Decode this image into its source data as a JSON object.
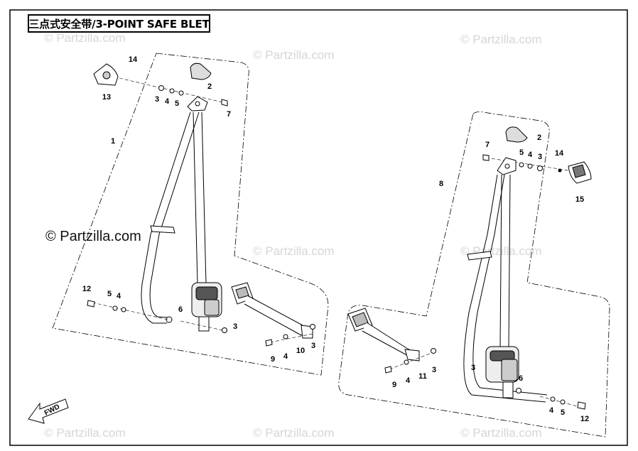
{
  "title": "三点式安全带/3-POINT SAFE BLET",
  "watermark": "© Partzilla.com",
  "fwd_label": "FWD",
  "left_assembly": {
    "callouts": {
      "p14": "14",
      "p13": "13",
      "p2": "2",
      "p3a": "3",
      "p4a": "4",
      "p5a": "5",
      "p7": "7",
      "p1": "1",
      "p12": "12",
      "p5b": "5",
      "p4b": "4",
      "p6": "6",
      "p3b": "3",
      "p9": "9",
      "p4c": "4",
      "p10": "10",
      "p3c": "3"
    }
  },
  "right_assembly": {
    "callouts": {
      "p2": "2",
      "p7": "7",
      "p5a": "5",
      "p4a": "4",
      "p3a": "3",
      "p14": "14",
      "p15": "15",
      "p8": "8",
      "p9": "9",
      "p4b": "4",
      "p11": "11",
      "p3b": "3",
      "p3c": "3",
      "p6": "6",
      "p4c": "4",
      "p5b": "5",
      "p12": "12"
    }
  }
}
